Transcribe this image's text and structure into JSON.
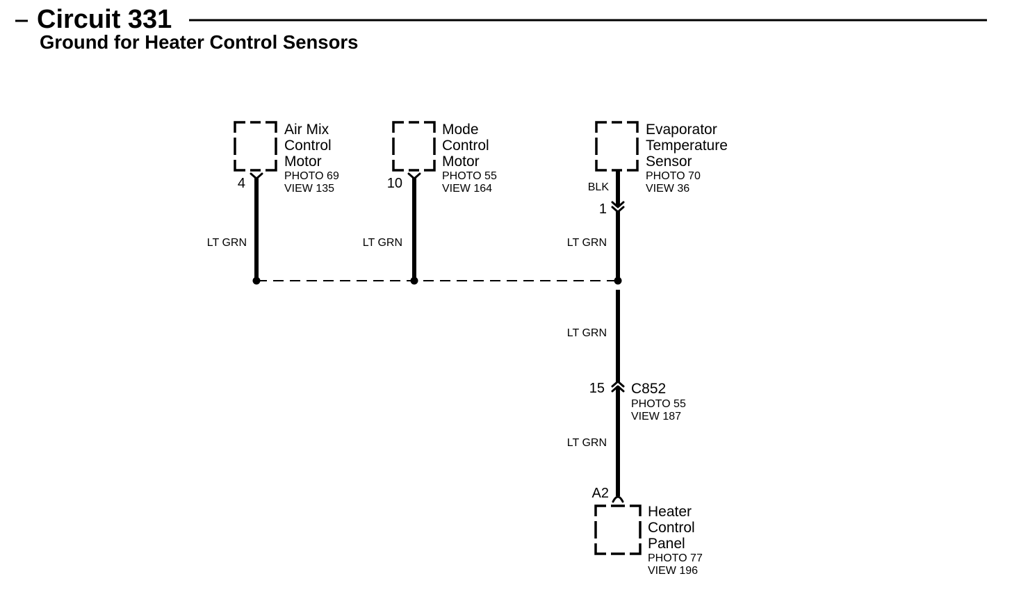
{
  "header": {
    "title": "Circuit 331",
    "subtitle": "Ground for Heater Control Sensors"
  },
  "components": {
    "air_mix_motor": {
      "name_lines": [
        "Air Mix",
        "Control",
        "Motor"
      ],
      "photo": "PHOTO 69",
      "view": "VIEW 135",
      "pin": "4",
      "wire_color": "LT GRN"
    },
    "mode_motor": {
      "name_lines": [
        "Mode",
        "Control",
        "Motor"
      ],
      "photo": "PHOTO 55",
      "view": "VIEW 164",
      "pin": "10",
      "wire_color": "LT GRN"
    },
    "evaporator_sensor": {
      "name_lines": [
        "Evaporator",
        "Temperature",
        "Sensor"
      ],
      "photo": "PHOTO 70",
      "view": "VIEW 36",
      "lead_color": "BLK",
      "pin": "1",
      "wire_color": "LT GRN"
    },
    "heater_control_panel": {
      "name_lines": [
        "Heater",
        "Control",
        "Panel"
      ],
      "photo": "PHOTO 77",
      "view": "VIEW 196",
      "pin": "A2"
    }
  },
  "connector": {
    "name": "C852",
    "pin": "15",
    "photo": "PHOTO 55",
    "view": "VIEW 187"
  },
  "wires": {
    "splice_to_connector_color": "LT GRN",
    "connector_to_panel_color": "LT GRN"
  },
  "colors": {
    "ink": "#000000",
    "paper": "#ffffff"
  }
}
